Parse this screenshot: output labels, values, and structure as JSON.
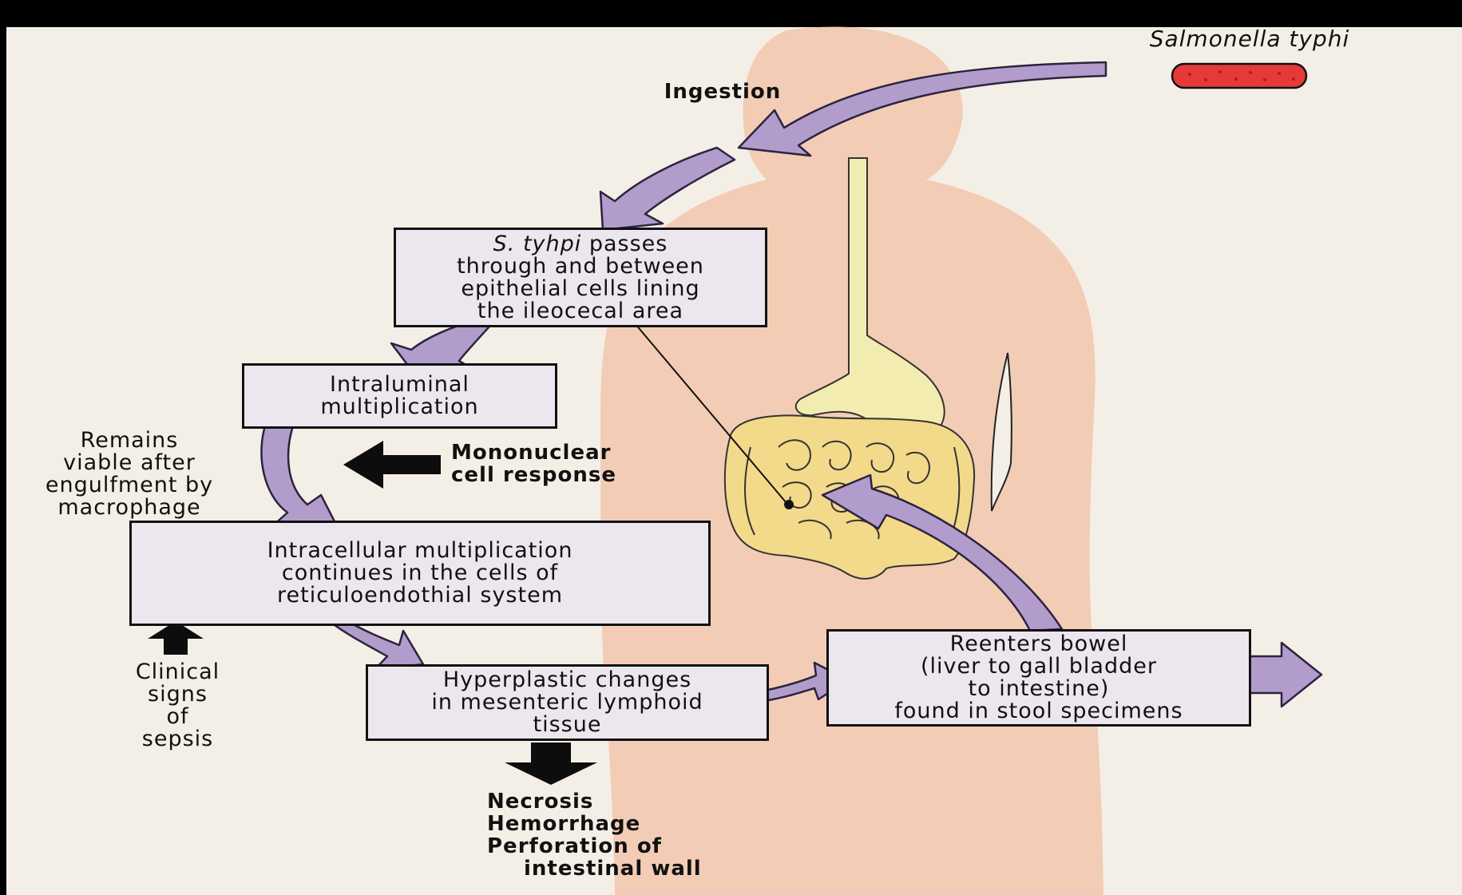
{
  "organism": {
    "name": "Salmonella typhi",
    "color": "#e63a38"
  },
  "ingestion_label": "Ingestion",
  "boxes": {
    "passes": {
      "species": "S. tyhpi",
      "line1_rest": "passes",
      "line2": "through and between",
      "line3": "epithelial cells lining",
      "line4": "the ileocecal area"
    },
    "intraluminal": {
      "line1": "Intraluminal",
      "line2": "multiplication"
    },
    "intracellular": {
      "line1": "Intracellular multiplication",
      "line2": "continues in the cells of",
      "line3": "reticuloendothial system"
    },
    "hyperplastic": {
      "line1": "Hyperplastic changes",
      "line2": "in mesenteric lymphoid",
      "line3": "tissue"
    },
    "reenters": {
      "line1": "Reenters bowel",
      "line2": "(liver to gall bladder",
      "line3": "to intestine)",
      "line4": "found in stool specimens"
    }
  },
  "notes": {
    "remains": {
      "line1": "Remains",
      "line2": "viable after",
      "line3": "engulfment by",
      "line4": "macrophage"
    },
    "mononuclear": {
      "line1": "Mononuclear",
      "line2": "cell response"
    },
    "clinical": {
      "line1": "Clinical",
      "line2": "signs",
      "line3": "of",
      "line4": "sepsis"
    },
    "outcomes": {
      "line1": "Necrosis",
      "line2": "Hemorrhage",
      "line3": "Perforation of",
      "line4": "intestinal wall"
    }
  },
  "colors": {
    "arrow_fill": "#b29ccc",
    "arrow_stroke": "#2b2340",
    "body": "#f2c6ab",
    "esophagus": "#f3ecb0",
    "intestine": "#f3d98a",
    "box_fill": "#ece6ee",
    "black_arrow": "#0d0d0d"
  }
}
